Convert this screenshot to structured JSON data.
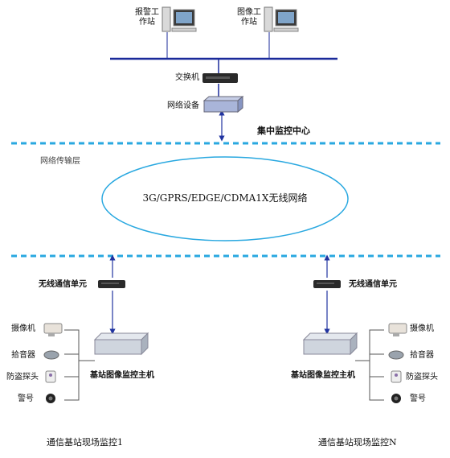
{
  "center": {
    "alarm_station": "报警工\n作站",
    "image_station": "图像工\n作站",
    "switch": "交换机",
    "network_device": "网络设备",
    "title": "集中监控中心"
  },
  "transport": {
    "layer_label": "网络传输层",
    "network_name": "3G/GPRS/EDGE/CDMA1X无线网络"
  },
  "site_left": {
    "wireless_unit": "无线通信单元",
    "host": "基站图像监控主机",
    "devices": [
      "摄像机",
      "拾音器",
      "防盗探头",
      "警号"
    ],
    "caption": "通信基站现场监控1"
  },
  "site_right": {
    "wireless_unit": "无线通信单元",
    "host": "基站图像监控主机",
    "devices": [
      "摄像机",
      "拾音器",
      "防盗探头",
      "警号"
    ],
    "caption": "通信基站现场监控N"
  },
  "colors": {
    "bus_line": "#1a2a9a",
    "dashed_border": "#29a8e0",
    "ellipse_stroke": "#29a8e0",
    "link": "#2033a0"
  }
}
